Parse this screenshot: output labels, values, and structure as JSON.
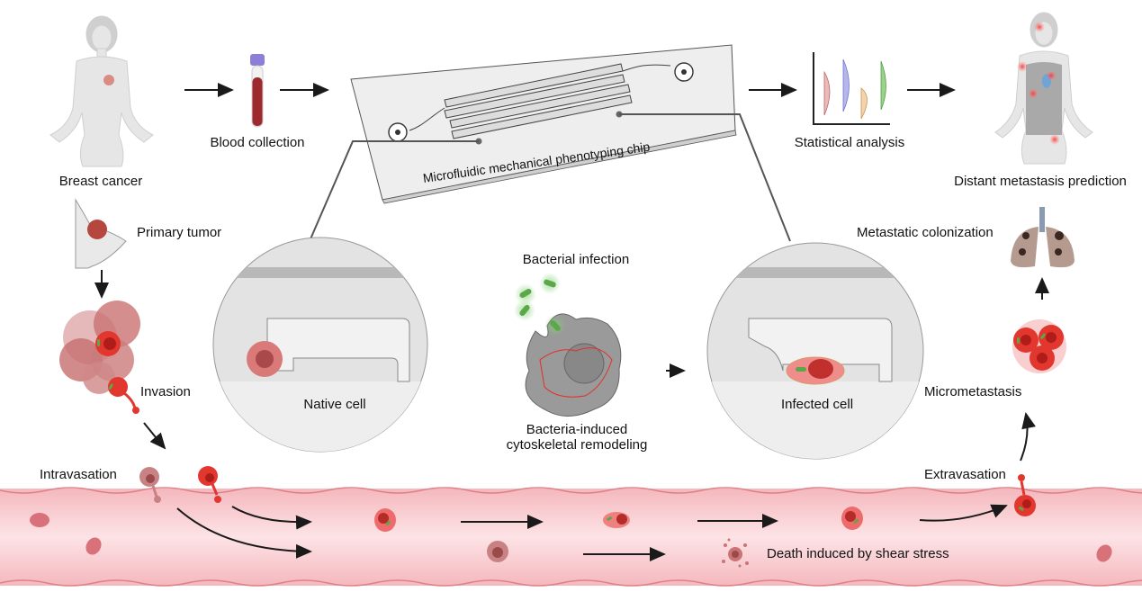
{
  "figure": {
    "labels": {
      "breast_cancer": "Breast cancer",
      "blood_collection": "Blood collection",
      "chip": "Microfluidic mechanical phenotyping chip",
      "statistical_analysis": "Statistical analysis",
      "distant_metastasis_prediction": "Distant metastasis prediction",
      "primary_tumor": "Primary tumor",
      "invasion": "Invasion",
      "native_cell": "Native cell",
      "bacterial_infection": "Bacterial infection",
      "bacteria_remodeling_line1": "Bacteria-induced",
      "bacteria_remodeling_line2": "cytoskeletal remodeling",
      "infected_cell": "Infected cell",
      "metastatic_colonization": "Metastatic colonization",
      "micrometastasis": "Micrometastasis",
      "intravasation": "Intravasation",
      "extravasation": "Extravasation",
      "shear_death": "Death induced by shear stress"
    },
    "colors": {
      "vessel": "#f6c6c9",
      "vessel_edge": "#e07f86",
      "tumor_cell": "#e2372f",
      "native_cell": "#d9787a",
      "bacteria": "#5aa84a",
      "blood_tube_cap": "#8e7fd6",
      "blood": "#9c2a2e",
      "chip_panel": "#eeeeee",
      "arrow": "#1a1a1a",
      "stat_red": "#d28b8b",
      "stat_blue": "#8f93d9",
      "stat_orange": "#e6c08d",
      "stat_green": "#7ec06b"
    }
  }
}
